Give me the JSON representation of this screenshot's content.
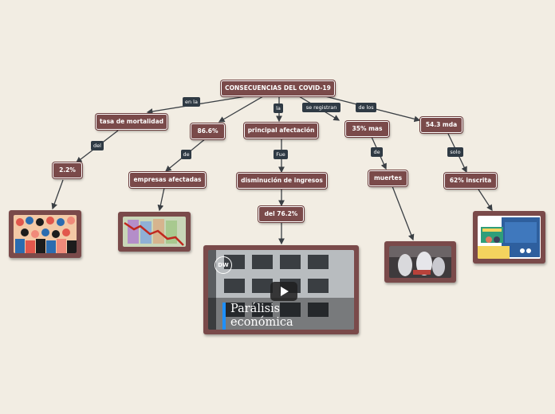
{
  "root": {
    "label": "CONSECUENCIAS DEL COVID-19"
  },
  "connectors": {
    "en_la": "en la",
    "la": "la",
    "se_registran": "se registran",
    "de_los": "de los",
    "del": "del",
    "de_1": "de",
    "fue": "Fue",
    "de_2": "de",
    "solo": "solo"
  },
  "nodes": {
    "tasa_mortalidad": "tasa de mortalidad",
    "pct_86": "86.6%",
    "principal_afectacion": "principal afectación",
    "pct_35": "35% mas",
    "mda_54": "54.3 mda",
    "pct_2_2": "2.2%",
    "empresas_afectadas": "empresas afectadas",
    "disminucion_ingresos": "disminución de ingresos",
    "del_76": "del 76.2%",
    "muertes": "muertes",
    "pct_62": "62% inscrita"
  },
  "video": {
    "logo": "DW",
    "title_line1": "Parálisis",
    "title_line2": "económica",
    "accent_color": "#1e90ff"
  },
  "images": {
    "crowd": "crowd-illustration",
    "chart": "falling-chart-money",
    "hospital": "hospital-workers-photo",
    "classroom": "online-class-illustration"
  },
  "colors": {
    "node_bg": "#7a4a4a",
    "label_bg": "#2f3a44",
    "background": "#f2ede3",
    "line": "#3a3f44"
  }
}
